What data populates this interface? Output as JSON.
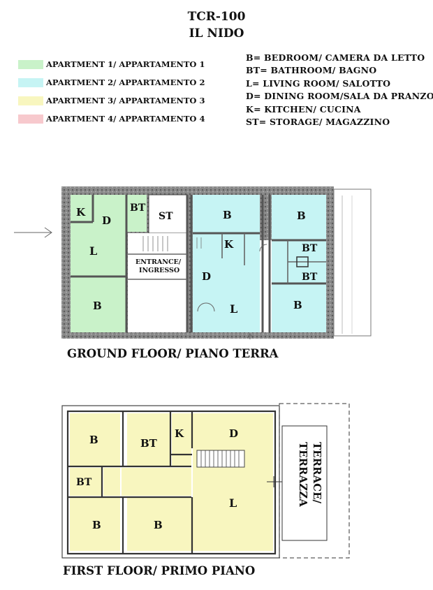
{
  "header": {
    "code": "TCR-100",
    "name": "IL NIDO"
  },
  "legend": [
    {
      "label": "APARTMENT 1/ APPARTAMENTO 1",
      "color": "#c9f2c9"
    },
    {
      "label": "APARTMENT 2/ APPARTAMENTO 2",
      "color": "#c6f4f4"
    },
    {
      "label": "APARTMENT 3/ APPARTAMENTO 3",
      "color": "#f8f6bf"
    },
    {
      "label": "APARTMENT 4/ APPARTAMENTO 4",
      "color": "#f7c9cd"
    }
  ],
  "keys": [
    "B= BEDROOM/ CAMERA DA LETTO",
    "BT= BATHROOM/ BAGNO",
    "L= LIVING ROOM/ SALOTTO",
    "D= DINING ROOM/SALA DA PRANZO",
    "K= KITCHEN/ CUCINA",
    "ST= STORAGE/ MAGAZZINO"
  ],
  "ground_floor": {
    "label": "GROUND FLOOR/ PIANO TERRA",
    "rooms": {
      "k1": "K",
      "d1": "D",
      "l1": "L",
      "b1": "B",
      "bt1": "BT",
      "st": "ST",
      "entrance_1": "ENTRANCE/",
      "entrance_2": "INGRESSO",
      "b2": "B",
      "k2": "K",
      "d2": "D",
      "l2": "L",
      "b3": "B",
      "bt3": "BT",
      "bt4": "BT",
      "b4": "B"
    }
  },
  "first_floor": {
    "label": "FIRST FLOOR/ PRIMO PIANO",
    "rooms": {
      "b1": "B",
      "bt1": "BT",
      "k": "K",
      "d": "D",
      "bt2": "BT",
      "b2": "B",
      "b3": "B",
      "l": "L",
      "terrace_1": "TERRACE/",
      "terrace_2": "TERRAZZA"
    }
  }
}
